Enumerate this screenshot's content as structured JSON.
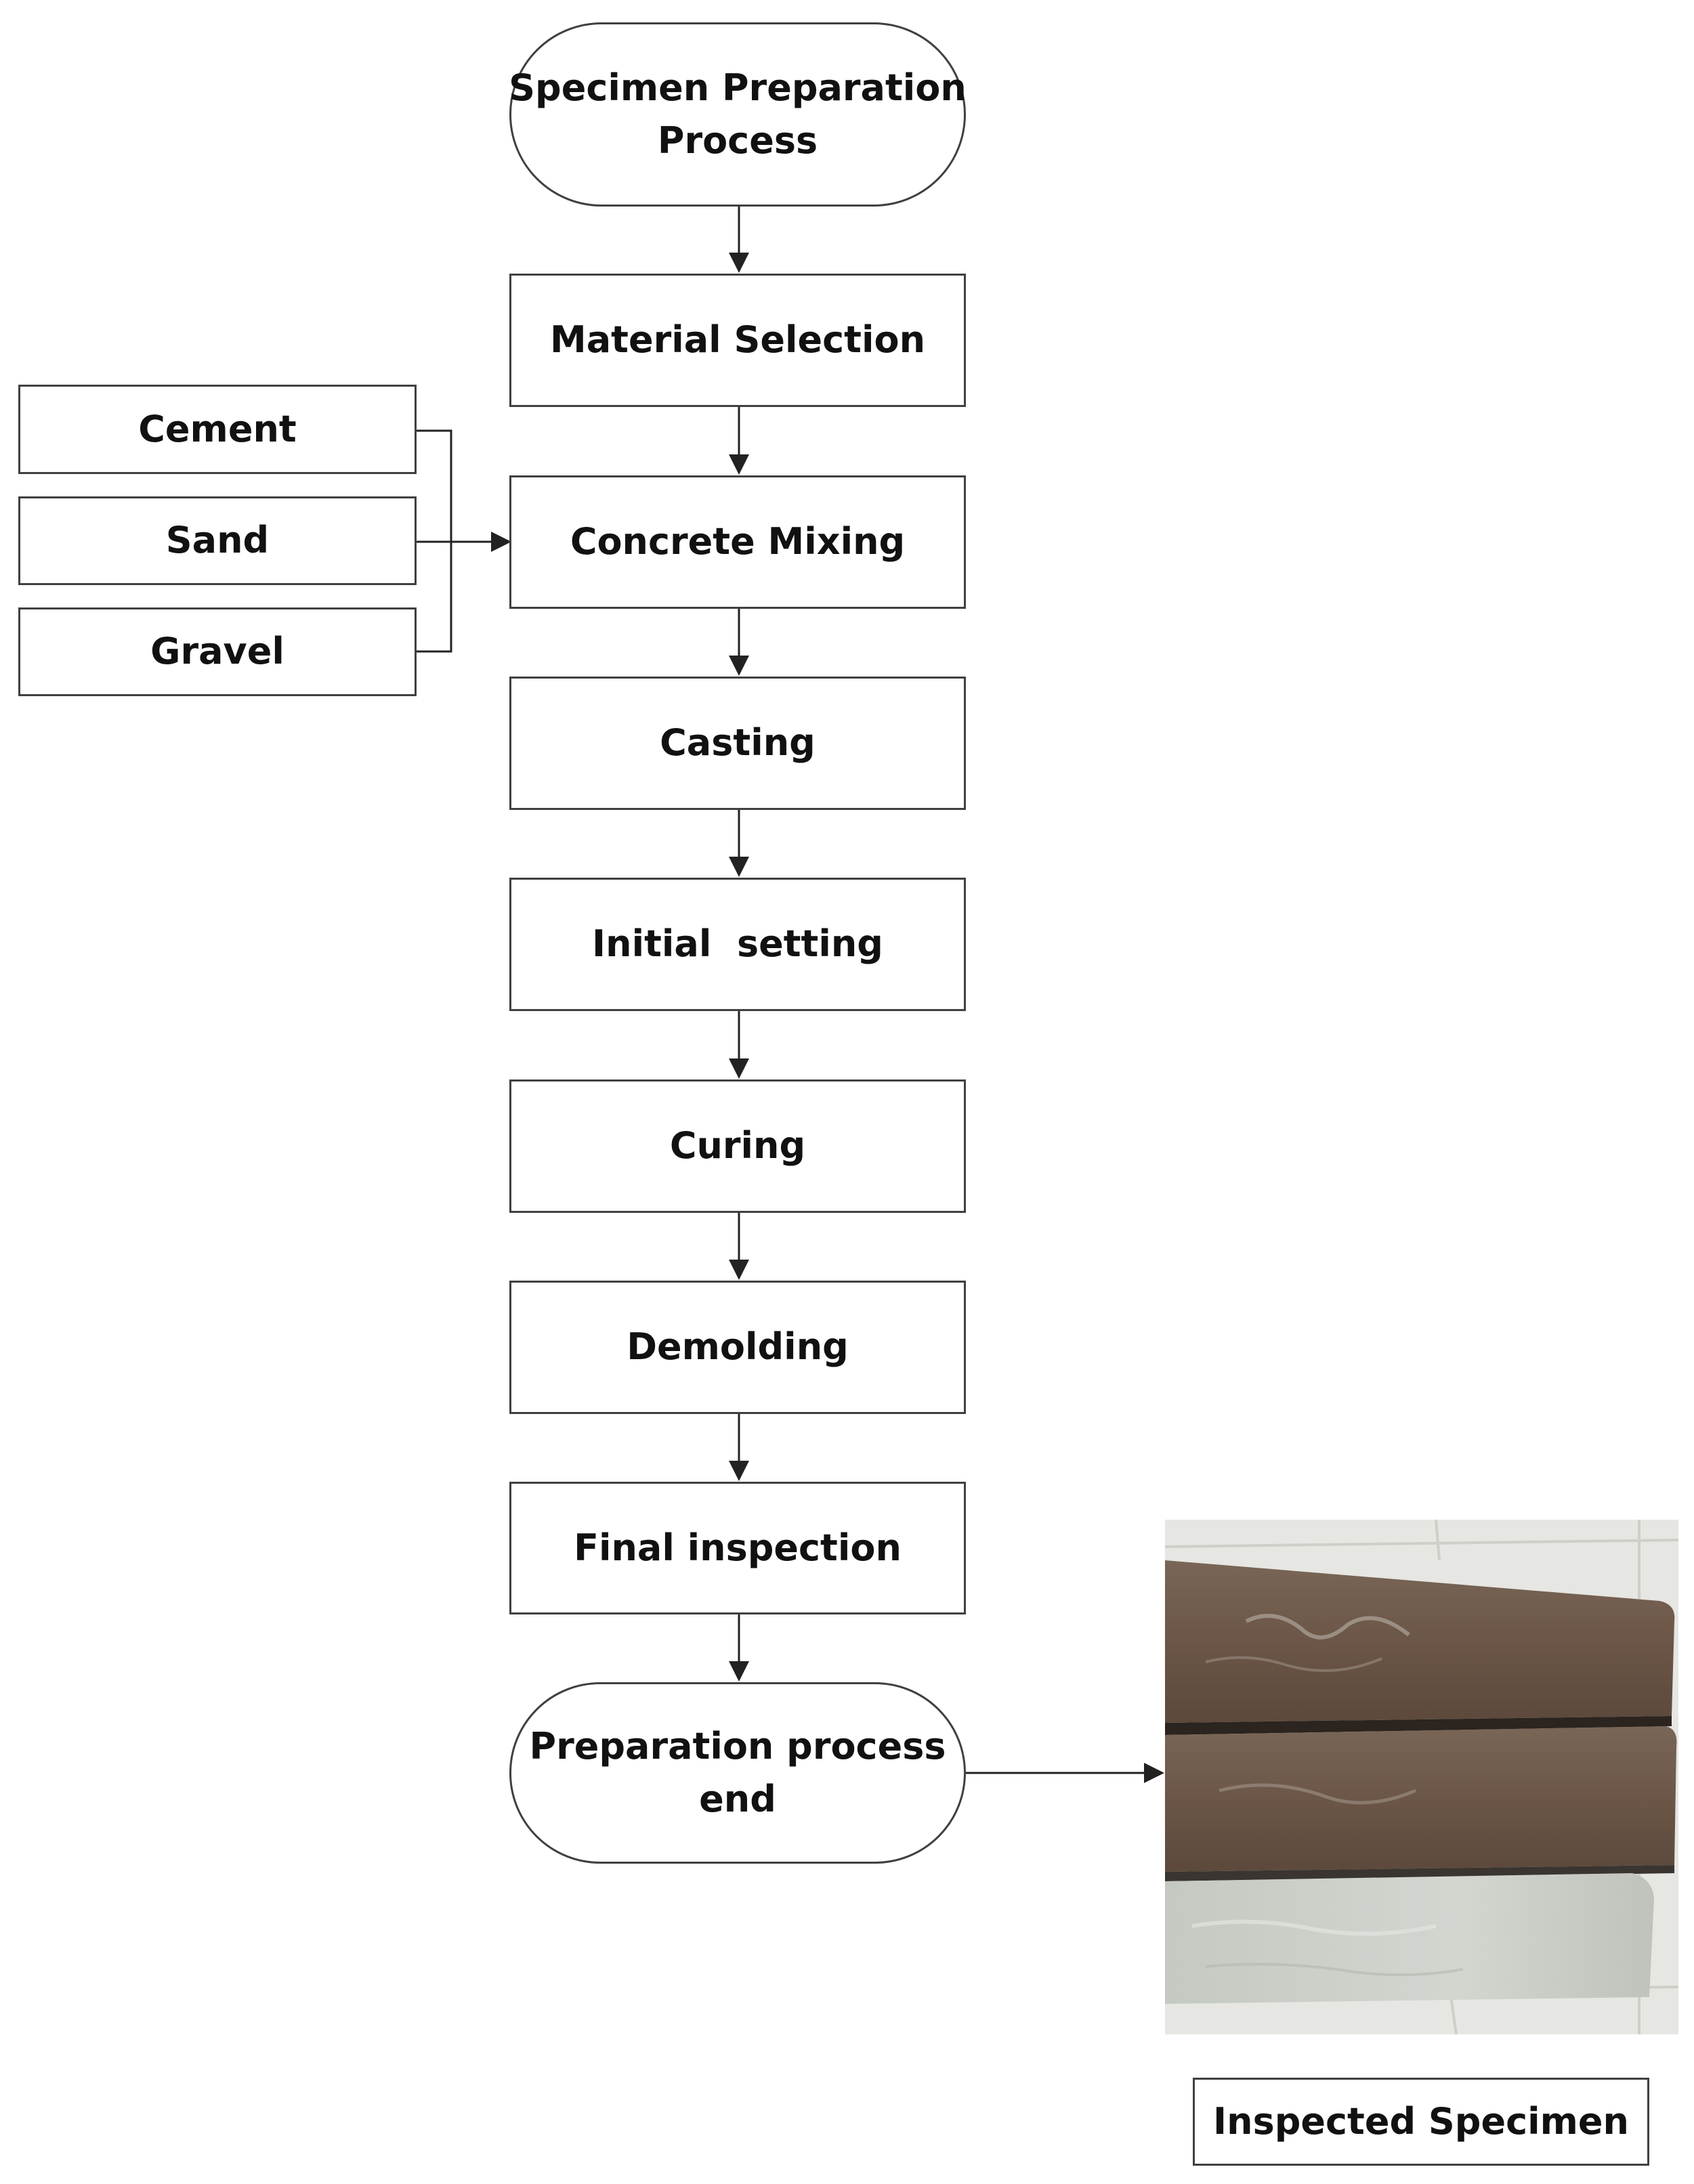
{
  "flowchart": {
    "start": "Specimen Preparation\nProcess",
    "steps": [
      "Material Selection",
      "Concrete Mixing",
      "Casting",
      "Initial  setting",
      "Curing",
      "Demolding",
      "Final inspection"
    ],
    "end": "Preparation process\nend",
    "materials": [
      "Cement",
      "Sand",
      "Gravel"
    ],
    "specimen_caption": "Inspected Specimen"
  },
  "colors": {
    "stroke": "#404040",
    "text": "#111111",
    "specimen_dark": "#6e5a4c",
    "specimen_light": "#cfd3cd",
    "tile_background": "#e6e6e2"
  }
}
